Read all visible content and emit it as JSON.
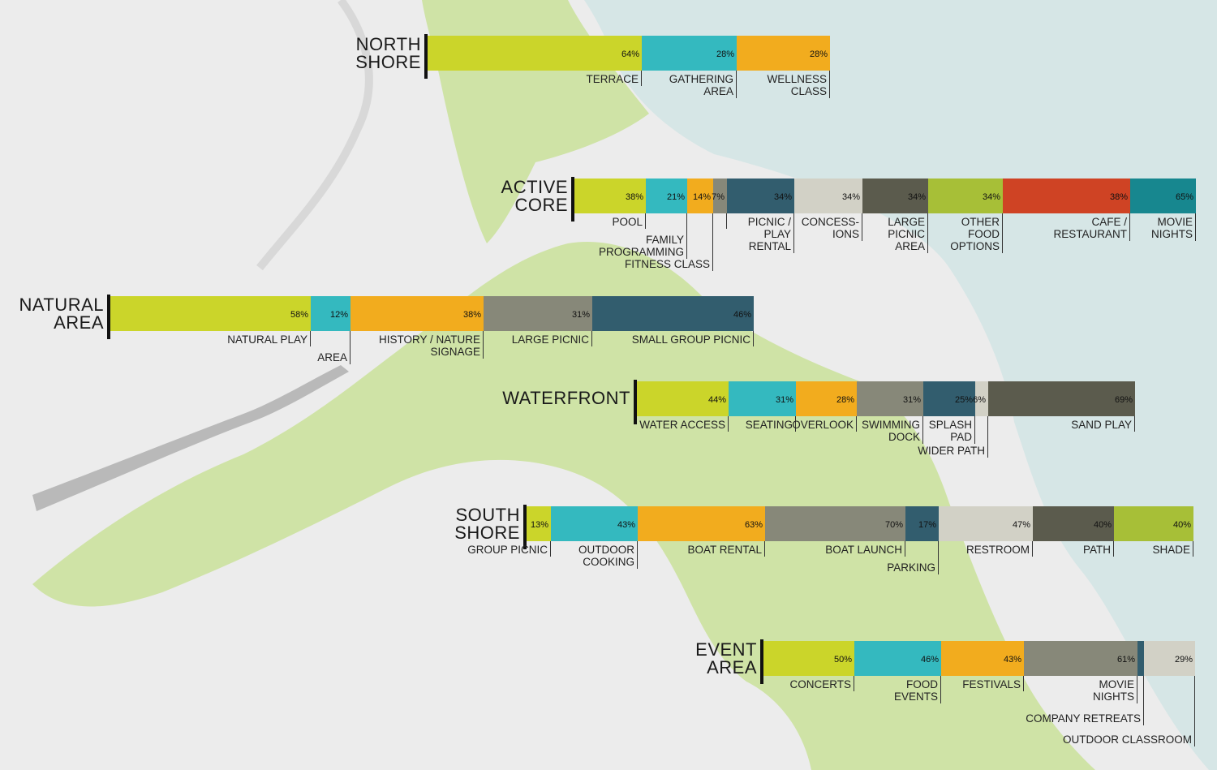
{
  "colors": {
    "water": "#d6e6e6",
    "land": "#ececec",
    "park": "#cfe3a6",
    "lime": "#cbd52a",
    "teal": "#34b9bf",
    "orange": "#f2ac1e",
    "gray": "#878879",
    "navy": "#325d6e",
    "light": "#d2d1c6",
    "dark": "#5b5b4d",
    "olive": "#a7bf37",
    "red": "#cf4324",
    "darkteal": "#17878f"
  },
  "chart_data": {
    "type": "bar",
    "stacked": "horizontal-segments",
    "zones": [
      {
        "name": "NORTH\nSHORE",
        "items": [
          {
            "label": "TERRACE",
            "value": 64,
            "pct": "64%",
            "color": "lime"
          },
          {
            "label": "GATHERING\nAREA",
            "value": 28,
            "pct": "28%",
            "color": "teal"
          },
          {
            "label": "WELLNESS\nCLASS",
            "value": 28,
            "pct": "28%",
            "color": "orange"
          }
        ]
      },
      {
        "name": "ACTIVE\nCORE",
        "items": [
          {
            "label": "POOL",
            "value": 38,
            "pct": "38%",
            "color": "lime"
          },
          {
            "label": "FAMILY\nPROGRAMMING",
            "value": 21,
            "pct": "21%",
            "color": "teal"
          },
          {
            "label": "FITNESS CLASS",
            "value": 14,
            "pct": "14%",
            "color": "orange"
          },
          {
            "label": "",
            "value": 7,
            "pct": "7%",
            "color": "gray"
          },
          {
            "label": "PICNIC /\nPLAY\nRENTAL",
            "value": 34,
            "pct": "34%",
            "color": "navy"
          },
          {
            "label": "CONCESS-\nIONS",
            "value": 34,
            "pct": "34%",
            "color": "light"
          },
          {
            "label": "LARGE\nPICNIC\nAREA",
            "value": 34,
            "pct": "34%",
            "color": "dark"
          },
          {
            "label": "OTHER\nFOOD\nOPTIONS",
            "value": 34,
            "pct": "34%",
            "color": "olive"
          },
          {
            "label": "CAFE /\nRESTAURANT",
            "value": 38,
            "pct": "38%",
            "color": "red"
          },
          {
            "label": "MOVIE\nNIGHTS",
            "value": 65,
            "pct": "65%",
            "color": "darkteal"
          }
        ]
      },
      {
        "name": "NATURAL\nAREA",
        "items": [
          {
            "label": "NATURAL PLAY",
            "value": 58,
            "pct": "58%",
            "color": "lime"
          },
          {
            "label": "AREA",
            "value": 12,
            "pct": "12%",
            "color": "teal"
          },
          {
            "label": "HISTORY / NATURE\nSIGNAGE",
            "value": 38,
            "pct": "38%",
            "color": "orange"
          },
          {
            "label": "LARGE PICNIC",
            "value": 31,
            "pct": "31%",
            "color": "gray"
          },
          {
            "label": "SMALL GROUP PICNIC",
            "value": 46,
            "pct": "46%",
            "color": "navy"
          }
        ]
      },
      {
        "name": "WATERFRONT",
        "items": [
          {
            "label": "WATER ACCESS",
            "value": 44,
            "pct": "44%",
            "color": "lime"
          },
          {
            "label": "SEATING",
            "value": 31,
            "pct": "31%",
            "color": "teal"
          },
          {
            "label": "OVERLOOK",
            "value": 28,
            "pct": "28%",
            "color": "orange"
          },
          {
            "label": "SWIMMING\nDOCK",
            "value": 31,
            "pct": "31%",
            "color": "gray"
          },
          {
            "label": "SPLASH\nPAD",
            "value": 25,
            "pct": "25%",
            "color": "navy"
          },
          {
            "label": "WIDER PATH",
            "value": 6,
            "pct": "6%",
            "color": "light"
          },
          {
            "label": "SAND PLAY",
            "value": 69,
            "pct": "69%",
            "color": "dark"
          }
        ]
      },
      {
        "name": "SOUTH\nSHORE",
        "items": [
          {
            "label": "GROUP PICNIC",
            "value": 13,
            "pct": "13%",
            "color": "lime"
          },
          {
            "label": "OUTDOOR\nCOOKING",
            "value": 43,
            "pct": "43%",
            "color": "teal"
          },
          {
            "label": "BOAT RENTAL",
            "value": 63,
            "pct": "63%",
            "color": "orange"
          },
          {
            "label": "BOAT LAUNCH",
            "value": 70,
            "pct": "70%",
            "color": "gray"
          },
          {
            "label": "PARKING",
            "value": 17,
            "pct": "17%",
            "color": "navy"
          },
          {
            "label": "RESTROOM",
            "value": 47,
            "pct": "47%",
            "color": "light"
          },
          {
            "label": "PATH",
            "value": 40,
            "pct": "40%",
            "color": "dark"
          },
          {
            "label": "SHADE",
            "value": 40,
            "pct": "40%",
            "color": "olive"
          }
        ]
      },
      {
        "name": "EVENT\nAREA",
        "items": [
          {
            "label": "CONCERTS",
            "value": 50,
            "pct": "50%",
            "color": "lime"
          },
          {
            "label": "FOOD\nEVENTS",
            "value": 46,
            "pct": "46%",
            "color": "teal"
          },
          {
            "label": "FESTIVALS",
            "value": 43,
            "pct": "43%",
            "color": "orange"
          },
          {
            "label": "MOVIE\nNIGHTS",
            "value": 61,
            "pct": "61%",
            "color": "gray"
          },
          {
            "label": "COMPANY RETREATS",
            "value": 4,
            "pct": "",
            "color": "navy"
          },
          {
            "label": "OUTDOOR CLASSROOM",
            "value": 29,
            "pct": "29%",
            "color": "light"
          }
        ]
      }
    ]
  }
}
